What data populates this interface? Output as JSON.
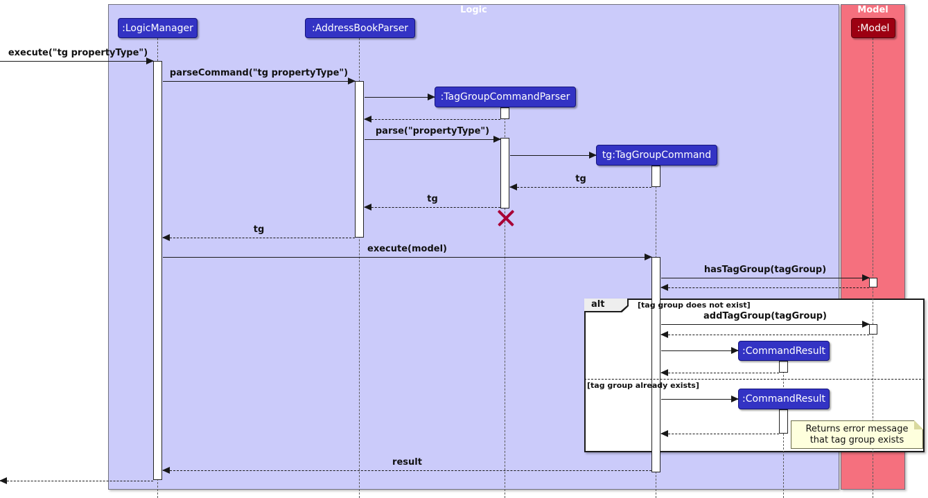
{
  "frames": {
    "logic": {
      "title": "Logic"
    },
    "model": {
      "title": "Model"
    }
  },
  "participants": {
    "logic_manager": ":LogicManager",
    "address_book_parser": ":AddressBookParser",
    "tag_group_command_parser": ":TagGroupCommandParser",
    "tag_group_command": "tg:TagGroupCommand",
    "model": ":Model",
    "command_result_1": ":CommandResult",
    "command_result_2": ":CommandResult"
  },
  "messages": {
    "execute_user": "execute(\"tg propertyType\")",
    "parse_command": "parseCommand(\"tg propertyType\")",
    "parse": "parse(\"propertyType\")",
    "tg_return_1": "tg",
    "tg_return_2": "tg",
    "tg_return_3": "tg",
    "execute_model": "execute(model)",
    "has_tag_group": "hasTagGroup(tagGroup)",
    "add_tag_group": "addTagGroup(tagGroup)",
    "result": "result"
  },
  "alt": {
    "operator": "alt",
    "guard_not_exist": "[tag group does not exist]",
    "guard_exists": "[tag group already exists]"
  },
  "note": {
    "line1": "Returns error message",
    "line2": "that tag group exists"
  },
  "colors": {
    "logic_frame_bg": "#CBCBFA",
    "model_frame_bg": "#F5707E",
    "participant_bg": "#3333C4",
    "participant_border": "#14147A",
    "model_participant_bg": "#9D0012",
    "model_participant_border": "#5C000A",
    "activation_bg": "#FFFFFF",
    "arrow_color": "#181818",
    "lifeline_color": "#5A5A5A",
    "alt_bg": "#FFFFFF",
    "alt_border": "#1B1B1B",
    "alt_label_bg": "#EEEEEE",
    "note_bg": "#FEFFDD",
    "note_border": "#6B6B4A",
    "destroy_x": "#A80036",
    "frame_title_color": "#FFFFFF"
  }
}
